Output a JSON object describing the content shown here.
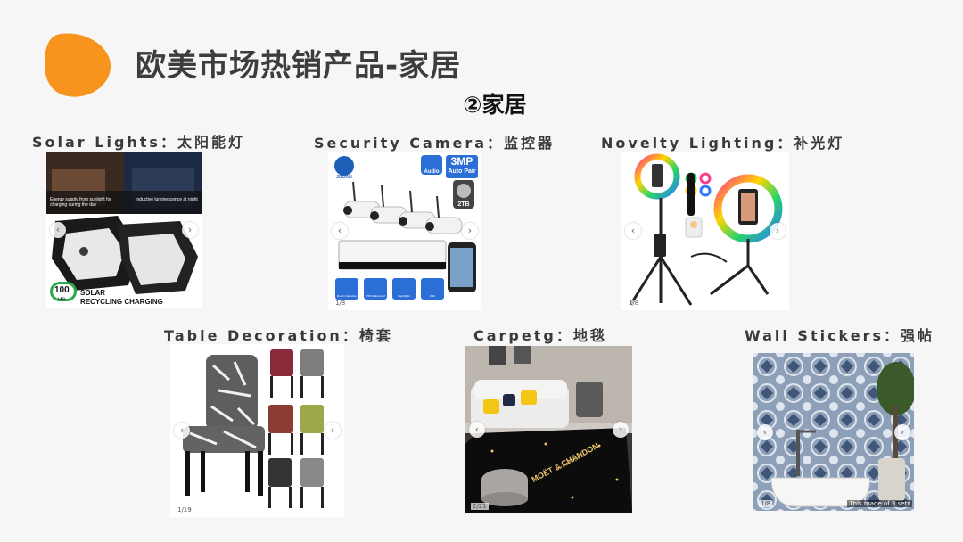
{
  "header": {
    "title": "欧美市场热销产品-家居",
    "subtitle": "②家居",
    "accent_color": "#f7941d"
  },
  "products": [
    {
      "label": "Solar Lights：太阳能灯",
      "overlay": {
        "tip_left": "Energy supply from sunlight for charging during the day",
        "tip_right": "Inductive luminescence at night",
        "badge": "100",
        "badge_sub": "LED",
        "text_line1": "SOLAR",
        "text_line2": "RECYCLING CHARGING"
      }
    },
    {
      "label": "Security Camera：监控器",
      "overlay": {
        "brand": "JOOAN",
        "audio": "Audio",
        "resolution": "3MP",
        "auto_pair": "Auto Pair",
        "storage": "2TB",
        "features": [
          "Motion Detection",
          "IP66 Waterproof",
          "Day/Night",
          "WiFi"
        ],
        "counter": "1/8"
      }
    },
    {
      "label": "Novelty Lighting：补光灯",
      "overlay": {
        "counter": "1/8"
      }
    },
    {
      "label": "Table Decoration：椅套",
      "overlay": {
        "counter": "1/19"
      }
    },
    {
      "label": "Carpetg：地毯",
      "overlay": {
        "rug_text1": "MOËT & CHANDON",
        "rug_text2": "CHAMPAGNE",
        "counter": "2/21"
      }
    },
    {
      "label": "Wall Stickers：强帖",
      "overlay": {
        "counter": "1/8",
        "note": "This made of 3 sets"
      }
    }
  ]
}
